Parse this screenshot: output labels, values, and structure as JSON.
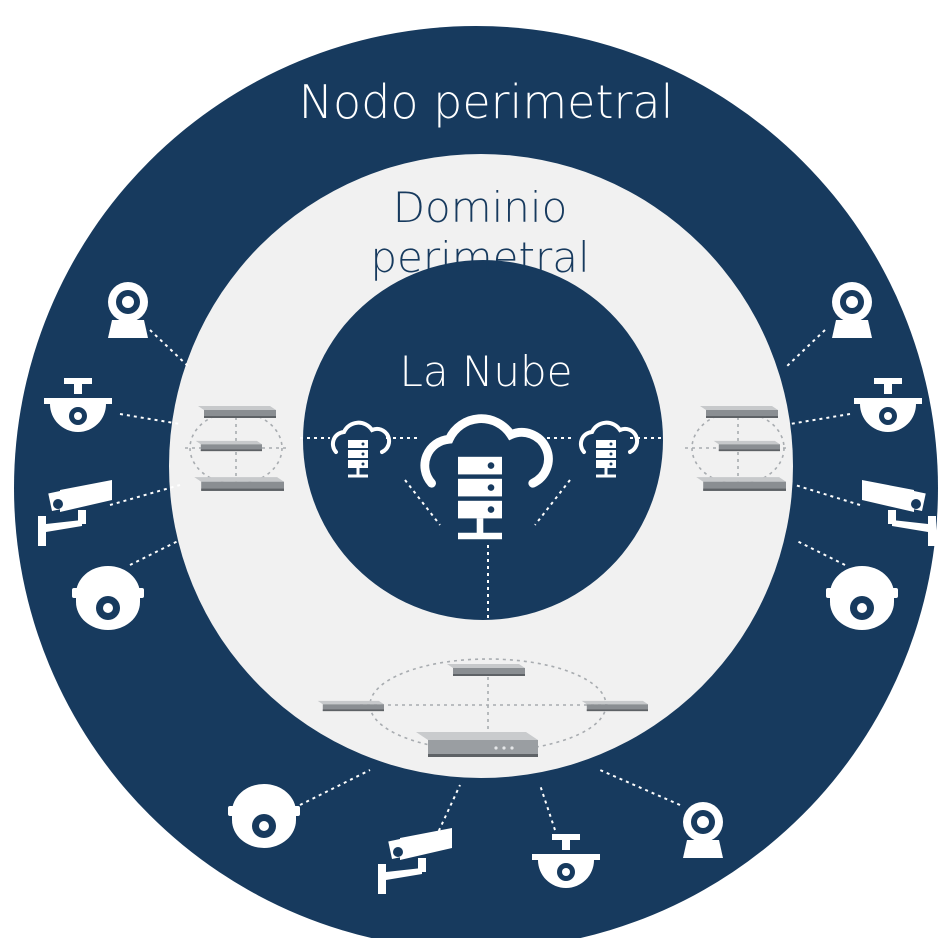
{
  "colors": {
    "navy": "#173a5e",
    "light": "#f1f1f1",
    "white": "#ffffff",
    "device_gray": "#8a8e92",
    "device_light": "#d4d6d8"
  },
  "rings": {
    "outer_label": "Nodo perimetral",
    "middle_label_line1": "Dominio",
    "middle_label_line2": "perimetral",
    "inner_label": "La Nube"
  },
  "icons": {
    "camera_types": [
      "webcam-icon",
      "ceiling-dome-camera-icon",
      "bullet-camera-icon",
      "dome-camera-icon"
    ],
    "cloud_server": "cloud-server-icon",
    "edge_device": "edge-gateway-icon"
  }
}
